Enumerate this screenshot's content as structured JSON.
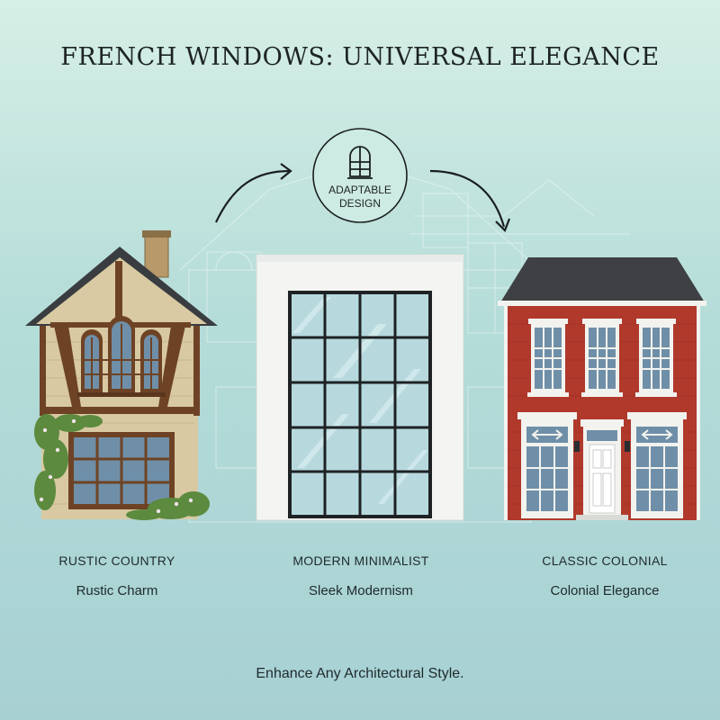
{
  "title": "FRENCH WINDOWS: UNIVERSAL ELEGANCE",
  "badge": {
    "line1": "ADAPTABLE",
    "line2": "DESIGN",
    "icon": "arched-window-icon"
  },
  "styles": [
    {
      "name": "RUSTIC COUNTRY",
      "description": "Rustic Charm"
    },
    {
      "name": "MODERN MINIMALIST",
      "description": "Sleek Modernism"
    },
    {
      "name": "CLASSIC COLONIAL",
      "description": "Colonial Elegance"
    }
  ],
  "footer": "Enhance Any Architectural Style.",
  "colors": {
    "background_top": "#d6efe6",
    "background_bottom": "#a7d0d3",
    "brick": "#b0392c",
    "timber": "#6e4325",
    "stone": "#d8c9a2",
    "roof": "#3e4043",
    "steel_frame": "#1e2224",
    "glass": "#b7d9de"
  }
}
